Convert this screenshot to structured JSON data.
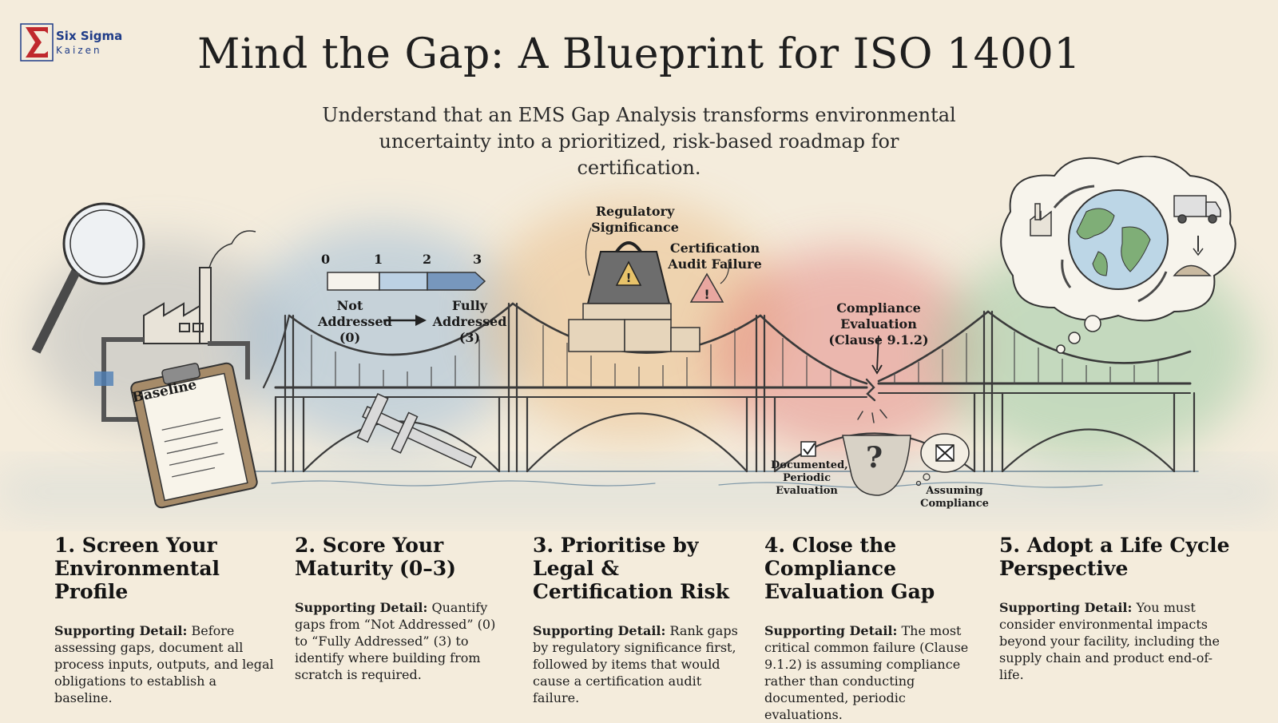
{
  "logo": {
    "line1": "Six Sigma",
    "line2": "Kaizen",
    "brand_color": "#1f3c88",
    "accent_color": "#c0282d"
  },
  "title": "Mind the Gap: A Blueprint for ISO 14001",
  "subtitle": "Understand that an EMS Gap Analysis transforms environmental uncertainty into a prioritized, risk-based roadmap for certification.",
  "illustration": {
    "baseline_label": "Baseline",
    "scale": {
      "ticks": [
        "0",
        "1",
        "2",
        "3"
      ],
      "left_label_line1": "Not",
      "left_label_line2": "Addressed",
      "left_label_line3": "(0)",
      "right_label_line1": "Fully",
      "right_label_line2": "Addressed",
      "right_label_line3": "(3)"
    },
    "regulatory_line1": "Regulatory",
    "regulatory_line2": "Significance",
    "audit_line1": "Certification",
    "audit_line2": "Audit Failure",
    "compliance_line1": "Compliance Evaluation",
    "compliance_line2": "(Clause 9.1.2)",
    "documented_line1": "Documented,",
    "documented_line2": "Periodic",
    "documented_line3": "Evaluation",
    "assuming_line1": "Assuming",
    "assuming_line2": "Compliance",
    "question_mark": "?"
  },
  "steps": [
    {
      "title": "1. Screen Your Environmental Profile",
      "detail_label": "Supporting Detail:",
      "detail": "Before assessing gaps, document all process inputs, outputs, and legal obligations to establish a baseline."
    },
    {
      "title": "2. Score Your Maturity (0–3)",
      "detail_label": "Supporting Detail:",
      "detail": "Quantify gaps from “Not Addressed” (0) to “Fully Addressed” (3) to identify where building from scratch is required."
    },
    {
      "title": "3. Prioritise by Legal & Certification Risk",
      "detail_label": "Supporting Detail:",
      "detail": "Rank gaps by regulatory significance first, followed by items that would cause a certification audit failure."
    },
    {
      "title": "4. Close the Compliance Evaluation Gap",
      "detail_label": "Supporting Detail:",
      "detail": "The most critical common failure (Clause 9.1.2) is assuming compliance rather than conducting documented, periodic evaluations."
    },
    {
      "title": "5. Adopt a Life Cycle Perspective",
      "detail_label": "Supporting Detail:",
      "detail": "You must consider environmental impacts beyond your facility, including the supply chain and product end-of-life."
    }
  ],
  "colors": {
    "background": "#f4ecdc",
    "ink": "#1e1e1e",
    "wash_blue": "#8fb4d6",
    "wash_orange": "#e8b67a",
    "wash_red": "#e06a6a",
    "wash_green": "#8cc49a"
  }
}
